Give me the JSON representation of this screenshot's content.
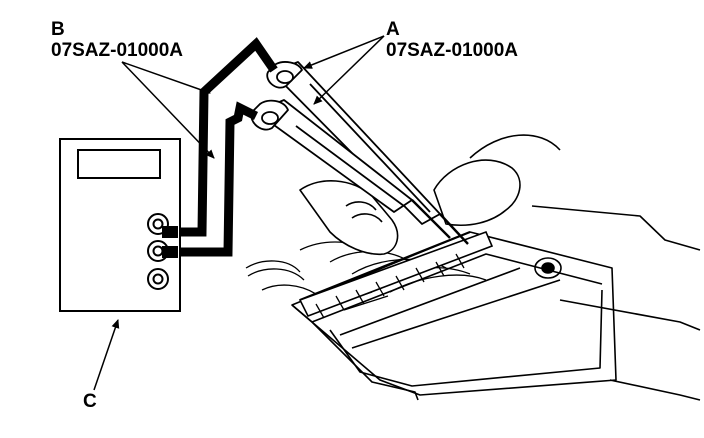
{
  "labels": {
    "b": {
      "letter": "B",
      "part_number": "07SAZ-01000A"
    },
    "a": {
      "letter": "A",
      "part_number": "07SAZ-01000A"
    },
    "c": {
      "letter": "C"
    }
  },
  "colors": {
    "line": "#000000",
    "background": "#ffffff"
  }
}
